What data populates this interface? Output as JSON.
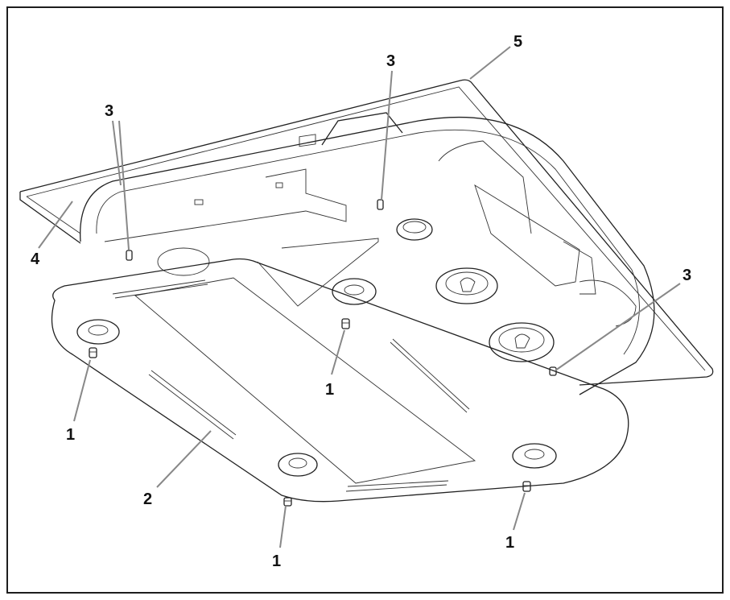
{
  "callouts": {
    "screw_left": "1",
    "screw_center": "1",
    "screw_bottom": "1",
    "screw_right": "1",
    "mounting_plate": "2",
    "tab_left": "3",
    "tab_top": "3",
    "tab_right": "3",
    "ceiling_tile": "4",
    "frame_corner": "5"
  },
  "colors": {
    "line": "#222222",
    "leader": "#888888",
    "border": "#1e1e1e"
  }
}
